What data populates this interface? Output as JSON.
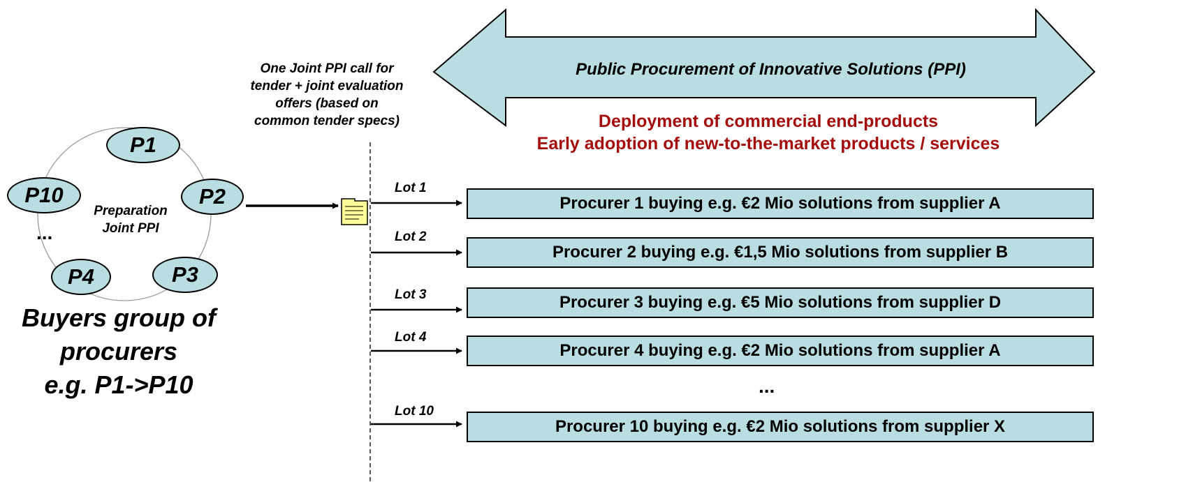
{
  "call_text": [
    "One Joint PPI call for",
    "tender + joint evaluation",
    "offers (based on",
    "common tender specs)"
  ],
  "ppi_arrow": {
    "title": "Public Procurement of  Innovative Solutions (PPI)",
    "line1": "Deployment of commercial end-products",
    "line2": "Early adoption of new-to-the-market products / services"
  },
  "procurers": {
    "nodes": [
      "P1",
      "P2",
      "P3",
      "P4",
      "P10"
    ],
    "ellipsis": "...",
    "center_line1": "Preparation",
    "center_line2": "Joint PPI",
    "group_line1": "Buyers group of",
    "group_line2": "procurers",
    "group_line3": "e.g. P1->P10"
  },
  "lots": [
    {
      "label": "Lot 1",
      "text": "Procurer 1 buying e.g. €2 Mio solutions from supplier A"
    },
    {
      "label": "Lot 2",
      "text": "Procurer 2 buying e.g. €1,5 Mio solutions from supplier B"
    },
    {
      "label": "Lot 3",
      "text": "Procurer 3 buying e.g. €5 Mio solutions from supplier D"
    },
    {
      "label": "Lot 4",
      "text": "Procurer 4 buying e.g. €2 Mio solutions from supplier A"
    },
    {
      "label": "Lot 10",
      "text": "Procurer 10 buying e.g. €2 Mio solutions from supplier X"
    }
  ],
  "lots_ellipsis": "...",
  "colors": {
    "fill": "#b9dde0",
    "red_text": "#a50d0d",
    "document": "#ffff99"
  }
}
